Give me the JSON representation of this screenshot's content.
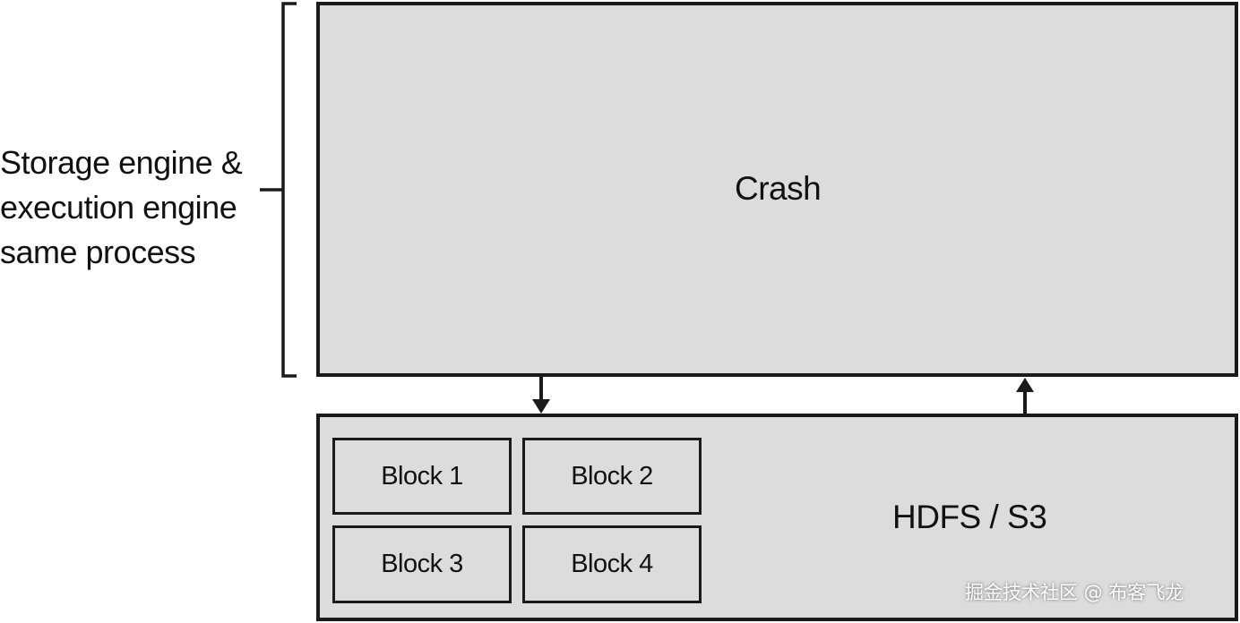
{
  "side_label": {
    "lines": [
      "Storage engine &",
      "execution engine",
      "same process"
    ]
  },
  "crash_box": {
    "label": "Crash"
  },
  "storage_box": {
    "label": "HDFS / S3",
    "blocks": [
      "Block 1",
      "Block 2",
      "Block 3",
      "Block 4"
    ]
  },
  "watermark": "掘金技术社区 @ 布客飞龙",
  "colors": {
    "box_fill": "#dcdcdc",
    "stroke": "#1a1a1a"
  }
}
